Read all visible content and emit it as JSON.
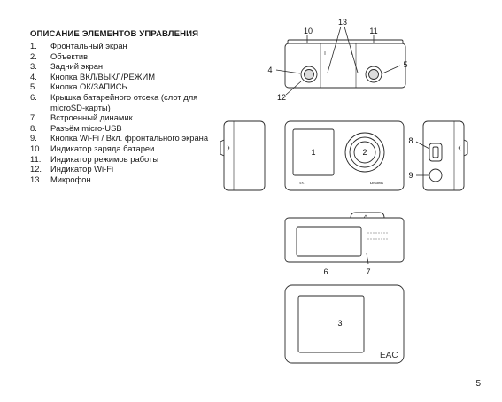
{
  "heading": "ОПИСАНИЕ ЭЛЕМЕНТОВ УПРАВЛЕНИЯ",
  "items": [
    {
      "num": "1.",
      "text": "Фронтальный экран"
    },
    {
      "num": "2.",
      "text": "Объектив"
    },
    {
      "num": "3.",
      "text": "Задний экран"
    },
    {
      "num": "4.",
      "text": "Кнопка ВКЛ/ВЫКЛ/РЕЖИМ"
    },
    {
      "num": "5.",
      "text": "Кнопка ОК/ЗАПИСЬ"
    },
    {
      "num": "6.",
      "text": "Крышка батарейного отсека (слот для microSD-карты)"
    },
    {
      "num": "7.",
      "text": "Встроенный динамик"
    },
    {
      "num": "8.",
      "text": "Разъём micro-USB"
    },
    {
      "num": "9.",
      "text": "Кнопка Wi-Fi / Вкл. фронтального экрана"
    },
    {
      "num": "10.",
      "text": "Индикатор заряда батареи"
    },
    {
      "num": "11.",
      "text": "Индикатор режимов работы"
    },
    {
      "num": "12.",
      "text": "Индикатор Wi-Fi"
    },
    {
      "num": "13.",
      "text": "Микрофон"
    }
  ],
  "callouts": {
    "c1": "1",
    "c2": "2",
    "c3": "3",
    "c4": "4",
    "c5": "5",
    "c6": "6",
    "c7": "7",
    "c8": "8",
    "c9": "9",
    "c10": "10",
    "c11": "11",
    "c12": "12",
    "c13": "13"
  },
  "device": {
    "brand": "DIGMA",
    "front_4k": "4K",
    "cert_mark": "EAC"
  },
  "page_number": "5"
}
